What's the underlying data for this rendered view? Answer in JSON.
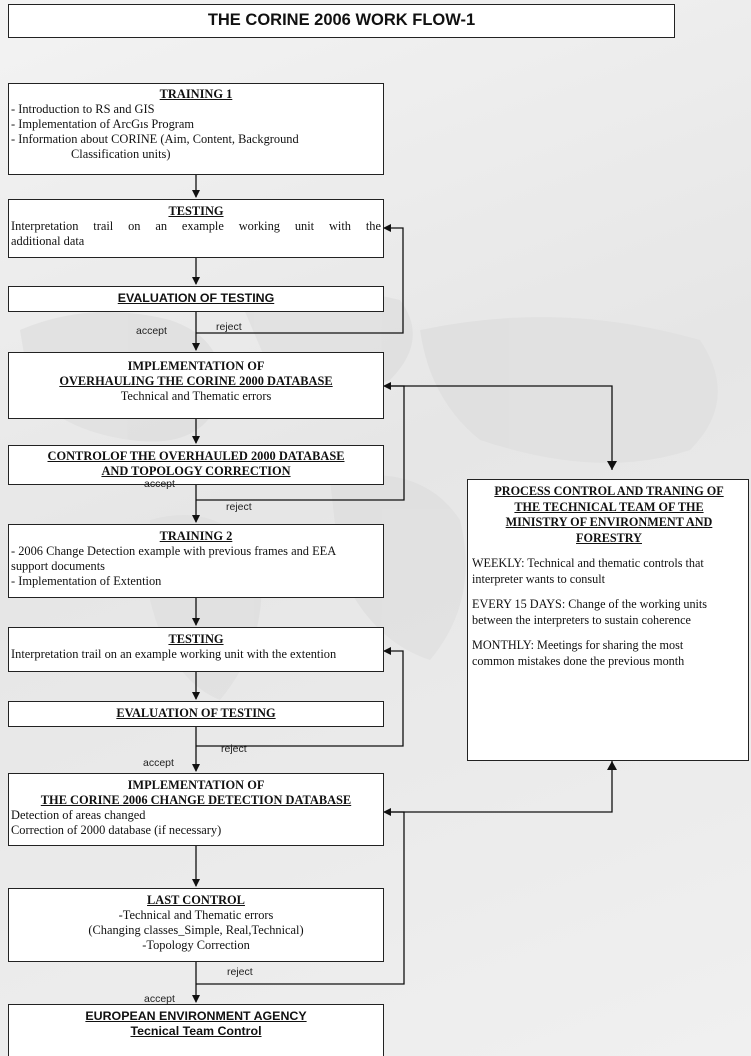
{
  "title": "THE CORINE 2006 WORK FLOW-1",
  "training1": {
    "heading": "TRAINING 1",
    "items": [
      "- Introduction to RS and GIS",
      "- Implementation of ArcGıs Program",
      "- Information about CORINE (Aim, Content, Background"
    ],
    "cont": "Classification units)"
  },
  "testing1": {
    "heading": "TESTING",
    "line1": "Interpretation trail on an example working unit with the",
    "line2": "additional data"
  },
  "eval1": {
    "heading": "EVALUATION OF TESTING"
  },
  "impl2000": {
    "line1": "IMPLEMENTATION OF",
    "line2": "OVERHAULING THE CORINE 2000 DATABASE",
    "sub": "Technical and Thematic errors"
  },
  "control2000": {
    "line1": "CONTROLOF THE OVERHAULED 2000 DATABASE",
    "line2": "AND TOPOLOGY CORRECTION"
  },
  "training2": {
    "heading": "TRAINING 2",
    "line1": "- 2006 Change Detection example with previous frames and EEA",
    "line2": "support documents",
    "line3": "- Implementation of Extention"
  },
  "testing2": {
    "heading": "TESTING",
    "line1": "Interpretation trail on an example working unit with the extention"
  },
  "eval2": {
    "heading": "EVALUATION OF TESTING"
  },
  "impl2006": {
    "line1": "IMPLEMENTATION OF",
    "line2": "THE CORINE 2006 CHANGE DETECTION  DATABASE",
    "l3": "Detection of areas changed",
    "l4": "Correction of 2000 database (if necessary)"
  },
  "lastControl": {
    "heading": "LAST CONTROL",
    "l1": "-Technical and Thematic errors",
    "l2": "(Changing classes_Simple, Real,Technical)",
    "l3": "-Topology Correction"
  },
  "eea": {
    "line1": "EUROPEAN ENVIRONMENT AGENCY",
    "line2": "Tecnical Team Control"
  },
  "side": {
    "h1": "PROCESS CONTROL AND TRANING OF",
    "h2": "THE TECHNICAL TEAM OF THE",
    "h3": "MINISTRY OF ENVIRONMENT AND",
    "h4": "FORESTRY",
    "p1a": "WEEKLY: Technical and thematic controls that",
    "p1b": "interpreter wants to consult",
    "p2a": "EVERY 15 DAYS: Change of the working units",
    "p2b": "between the interpreters to sustain coherence",
    "p3a": "MONTHLY: Meetings for sharing the most",
    "p3b": "common mistakes done the previous month"
  },
  "labels": {
    "accept": "accept",
    "reject": "reject"
  }
}
